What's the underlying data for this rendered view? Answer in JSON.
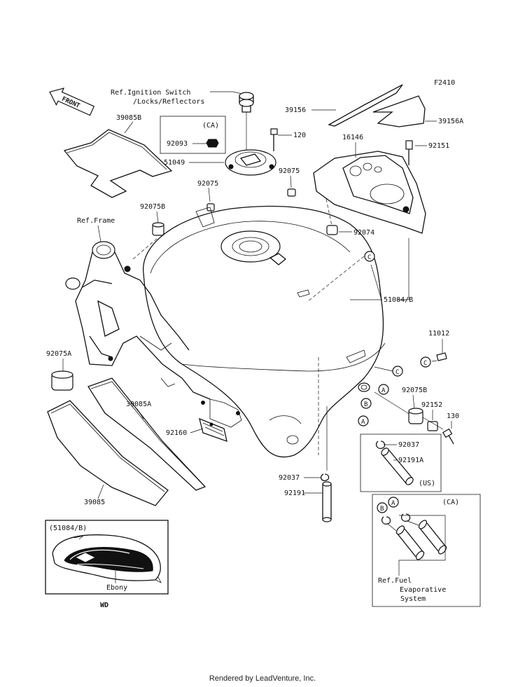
{
  "figure_code": "F2410",
  "front_label": "FRONT",
  "footer": "Rendered by LeadVenture, Inc.",
  "labels": {
    "ref_ignition_line1": "Ref.Ignition Switch",
    "ref_ignition_line2": "/Locks/Reflectors",
    "ca_box_title": "(CA)",
    "p92093": "92093",
    "p39085B": "39085B",
    "p51049": "51049",
    "p120": "120",
    "p39156": "39156",
    "p39156A": "39156A",
    "p16146": "16146",
    "p92151": "92151",
    "p92075_a": "92075",
    "p92075_b": "92075",
    "p92075B_a": "92075B",
    "ref_frame": "Ref.Frame",
    "p92074": "92074",
    "p51084B": "51084/B",
    "p11012": "11012",
    "p92075A": "92075A",
    "p92075B_b": "92075B",
    "p39085A": "39085A",
    "p92152": "92152",
    "p130": "130",
    "p92160": "92160",
    "p92037_a": "92037",
    "p92191A": "92191A",
    "us_label": "(US)",
    "p92037_b": "92037",
    "p92191": "92191",
    "p39085": "39085",
    "ca_box2_title": "(CA)",
    "ref_fuel_line1": "Ref.Fuel",
    "ref_fuel_line2": "Evaporative",
    "ref_fuel_line3": "System",
    "inset_ref": "(51084/B)",
    "ebony": "Ebony",
    "wd": "WD",
    "callout_c1": "C",
    "callout_c2": "C",
    "callout_c3": "C",
    "callout_a1": "A",
    "callout_b1": "B",
    "callout_a2": "A",
    "callout_a3": "A",
    "callout_b2": "B"
  }
}
